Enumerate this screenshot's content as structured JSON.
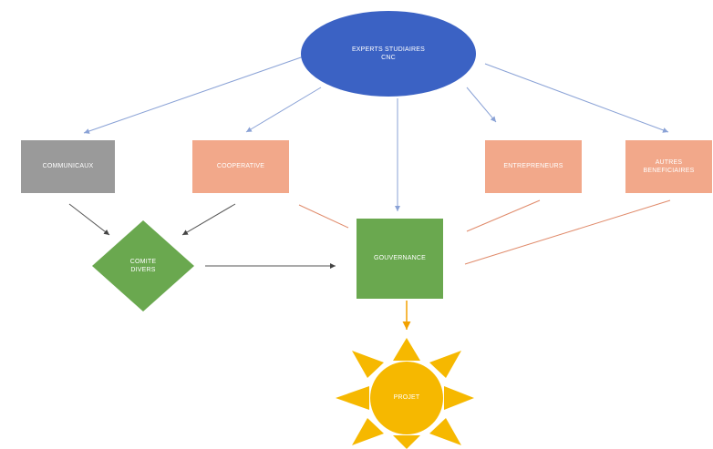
{
  "diagram": {
    "nodes": {
      "top": {
        "label": "EXPERTS STUDIAIRES\nCNC",
        "shape": "ellipse",
        "color": "#3b62c4"
      },
      "left": {
        "label": "COMMUNICAUX",
        "shape": "rect",
        "color": "#9a9a9a"
      },
      "mid_left": {
        "label": "COOPERATIVE",
        "shape": "rect",
        "color": "#f2a88a"
      },
      "mid_right": {
        "label": "ENTREPRENEURS",
        "shape": "rect",
        "color": "#f2a88a"
      },
      "right": {
        "label": "AUTRES\nBENEFICIAIRES",
        "shape": "rect",
        "color": "#f2a88a"
      },
      "diamond": {
        "label": "COMITE\nDIVERS",
        "shape": "diamond",
        "color": "#6aa84f"
      },
      "center": {
        "label": "GOUVERNANCE",
        "shape": "rect",
        "color": "#6aa84f"
      },
      "sun": {
        "label": "PROJET",
        "shape": "sun",
        "color": "#f6b800"
      }
    },
    "edge_colors": {
      "blue": "#8aa2d6",
      "dark": "#555555",
      "orange": "#e08a6a"
    }
  }
}
